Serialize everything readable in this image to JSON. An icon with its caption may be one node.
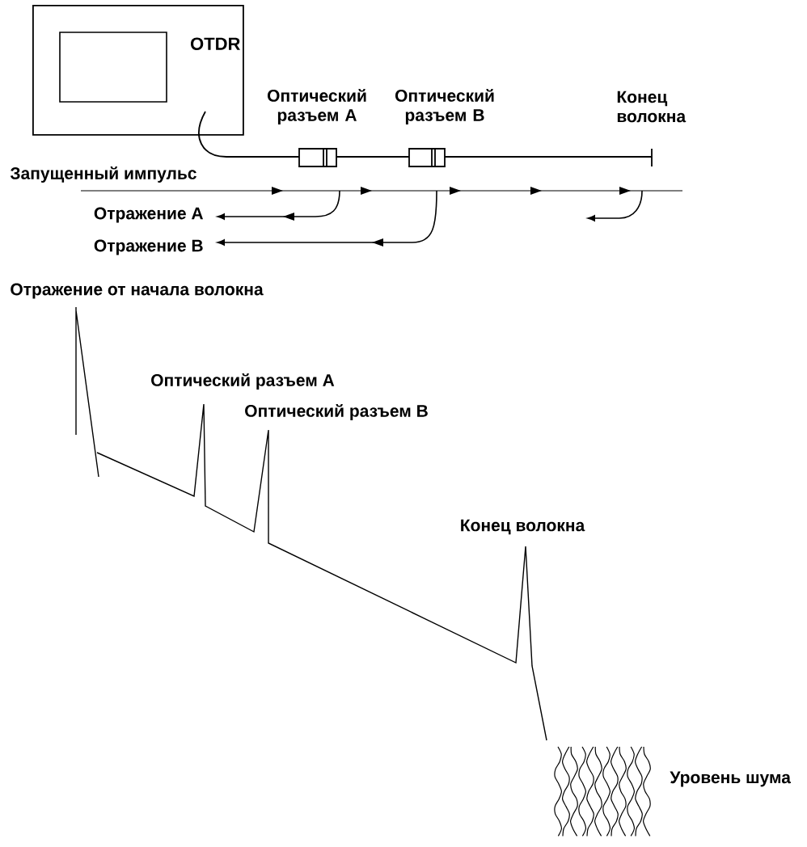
{
  "diagram": {
    "nodes": [
      {
        "text": [
          "OTDR"
        ]
      }
    ],
    "labels": [
      "Оптический разъем А",
      "Оптический разъем В",
      "Конец волокна",
      "Запущенный импульс",
      "Отражение А",
      "Отражение В",
      "Отражение от начала волокна",
      "Оптический разъем А",
      "Оптический разъем В",
      "Конец волокна",
      "Уровень шума"
    ]
  }
}
